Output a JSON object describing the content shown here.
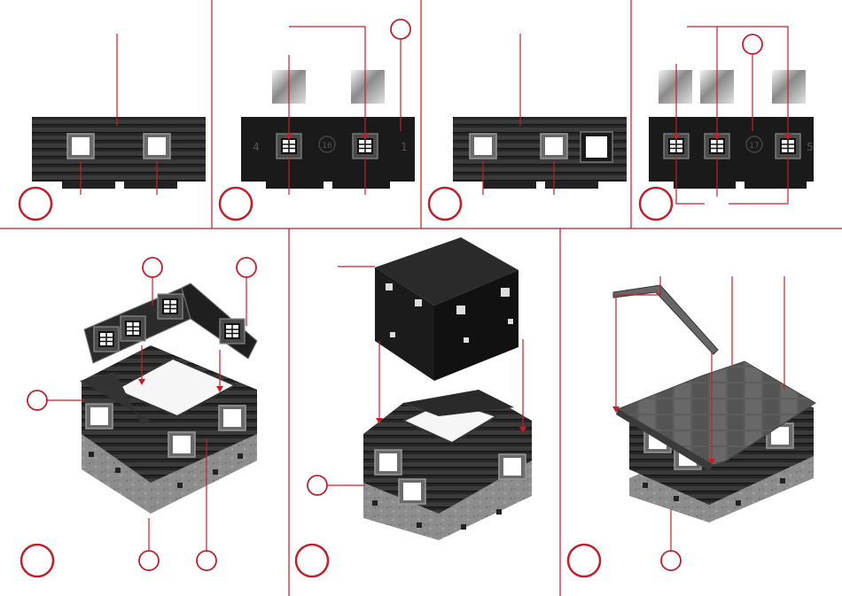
{
  "panel_labels": {
    "p2_left": "4",
    "p2_mid": "16",
    "p2_right": "1",
    "p4_mid": "17",
    "p4_right": "5"
  },
  "colors": {
    "guide_line": "#c0202b",
    "divider": "#b81e2a",
    "wall_dark": "#1c1c1c",
    "log_light": "#3e3e3e",
    "stone": "#8c8c8c",
    "roof": "#565656"
  }
}
